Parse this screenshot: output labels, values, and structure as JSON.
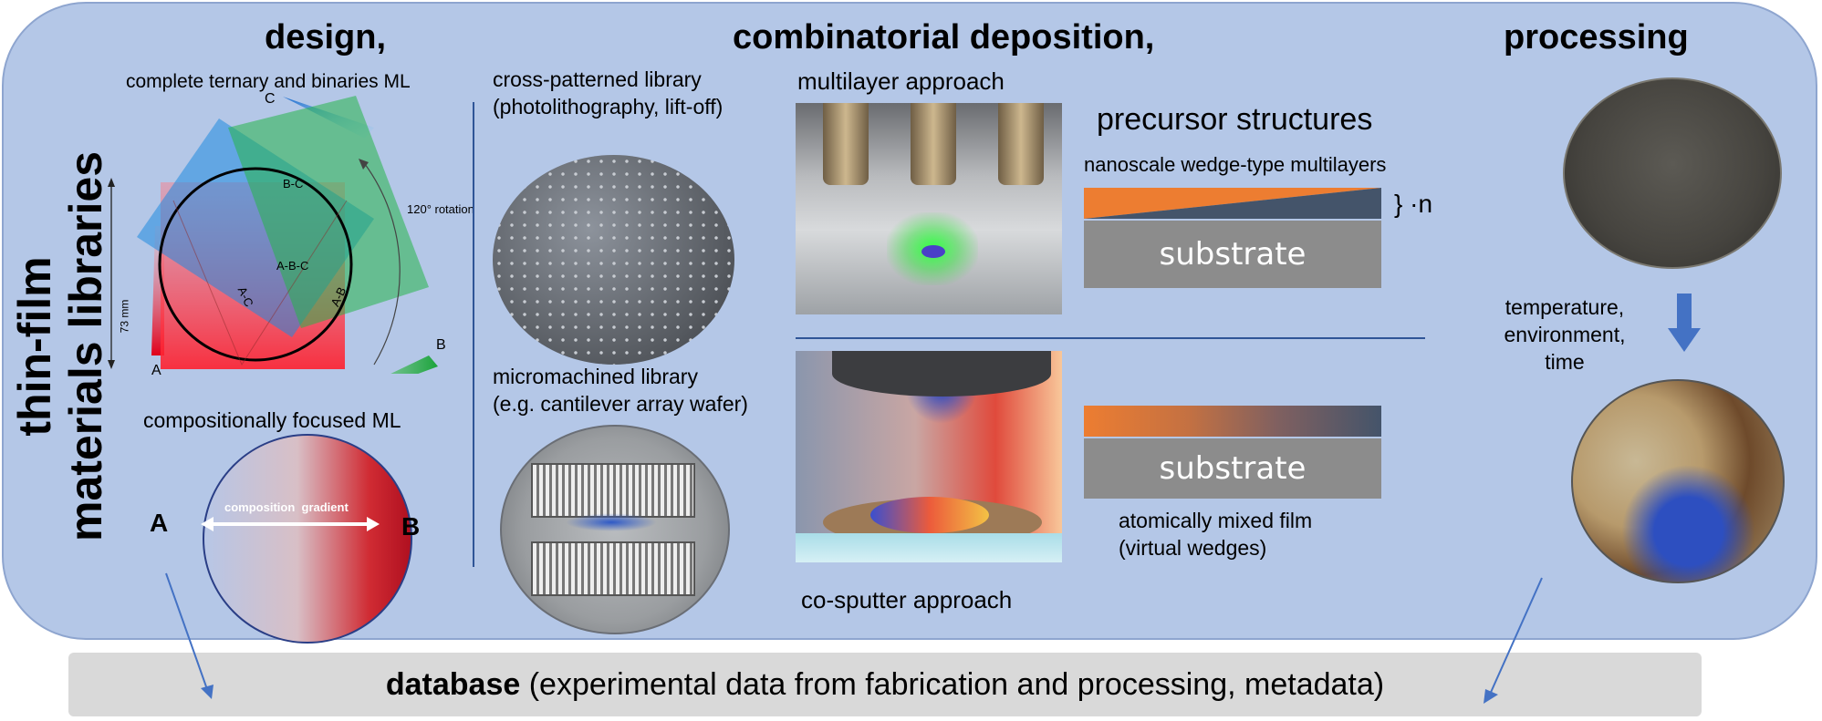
{
  "vertical_title": {
    "line1": "thin-film",
    "line2": "materials libraries"
  },
  "headings": {
    "design": "design,",
    "deposition": "combinatorial deposition,",
    "processing": "processing"
  },
  "design": {
    "ternary_caption": "complete ternary and binaries ML",
    "labels": {
      "A": "A",
      "B": "B",
      "C": "C",
      "AC": "A-C",
      "AB": "A-B",
      "BC": "B-C",
      "ABC": "A-B-C"
    },
    "rotation": "120° rotation",
    "size": "73 mm",
    "focused_caption": "compositionally focused ML",
    "gradient_label": "composition  gradient",
    "end_A": "A",
    "end_B": "B"
  },
  "libraries": {
    "cross_title": "cross-patterned library",
    "cross_sub": "(photolithography, lift-off)",
    "micro_title": "micromachined library",
    "micro_sub": "(e.g. cantilever array wafer)"
  },
  "approaches": {
    "multilayer": "multilayer approach",
    "cosputter": "co-sputter approach"
  },
  "precursor": {
    "title": "precursor structures",
    "wedge_caption": "nanoscale wedge-type multilayers",
    "substrate1": "substrate",
    "repeat": "} ·n",
    "substrate2": "substrate",
    "mixed_line1": "atomically mixed film",
    "mixed_line2": "(virtual wedges)"
  },
  "processing": {
    "line1": "temperature,",
    "line2": "environment,",
    "line3": "time"
  },
  "database": {
    "bold": "database",
    "rest": " (experimental data from fabrication and processing, metadata)"
  },
  "colors": {
    "panel": "#b4c7e7",
    "orange": "#ed7d31",
    "navy": "#44546a",
    "substrate": "#8c8c8c",
    "database": "#d9d9d9",
    "arrow": "#4472c4"
  }
}
